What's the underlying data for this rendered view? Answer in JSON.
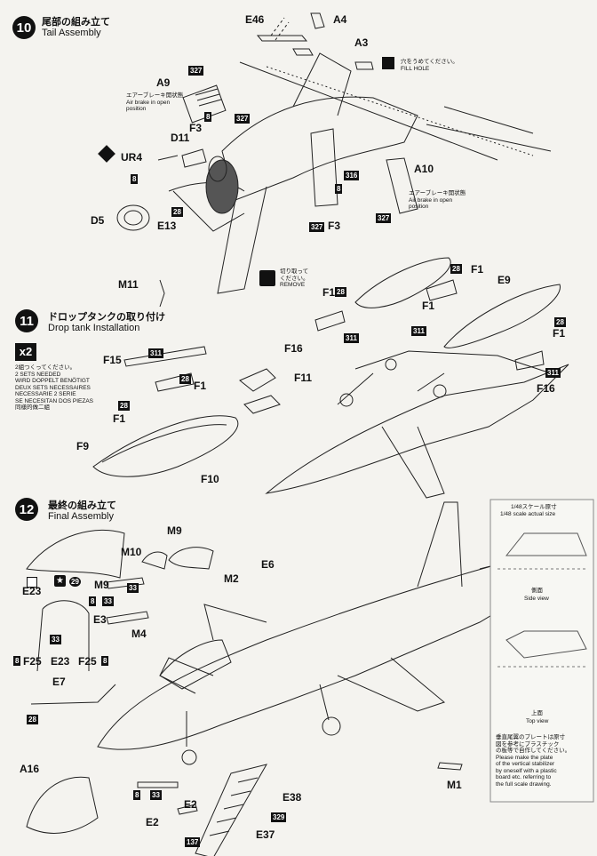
{
  "steps": [
    {
      "number": "10",
      "title_jp": "尾部の組み立て",
      "title_en": "Tail Assembly"
    },
    {
      "number": "11",
      "title_jp": "ドロップタンクの取り付け",
      "title_en": "Drop tank  Installation"
    },
    {
      "number": "12",
      "title_jp": "最終の組み立て",
      "title_en": "Final Assembly"
    }
  ],
  "step10": {
    "parts": {
      "E46": "E46",
      "A4": "A4",
      "A3": "A3",
      "A9": "A9",
      "F3a": "F3",
      "D11": "D11",
      "UR4": "UR4",
      "A10": "A10",
      "D5": "D5",
      "E13": "E13",
      "F3b": "F3",
      "M11": "M11"
    },
    "paints": {
      "c327a": "327",
      "c327b": "327",
      "c327c": "327",
      "c327d": "327",
      "c8a": "8",
      "c8b": "8",
      "c8c": "8",
      "c28": "28",
      "c316": "316"
    },
    "airbrake_left": {
      "jp": "エアーブレーキ開状態",
      "en1": "Air brake in open",
      "en2": "position"
    },
    "airbrake_right": {
      "jp": "エアーブレーキ開状態",
      "en1": "Air brake in open",
      "en2": "position"
    },
    "fill_hole": {
      "jp": "穴をうめてください。",
      "en": "FILL HOLE"
    },
    "remove": {
      "jp1": "切り取って",
      "jp2": "ください。",
      "en": "REMOVE"
    }
  },
  "step11": {
    "x2": "x2",
    "sets": [
      "2組つくってください。",
      "2 SETS NEEDED",
      "WIRD DOPPELT BENÖTIGT",
      "DEUX SETS NECESSAIRES",
      "NECESSARIE 2 SERIE",
      "SE NECESITAN DOS PIEZAS",
      "同樣的做二組"
    ],
    "parts": {
      "F15": "F15",
      "F1a": "F1",
      "F1b": "F1",
      "F11": "F11",
      "F9": "F9",
      "F10": "F10",
      "F1c": "F1",
      "E9": "E9",
      "F12": "F1",
      "F1d": "F1",
      "F16a": "F16",
      "F1e": "F1",
      "F16b": "F16"
    },
    "paints": {
      "c311a": "311",
      "c28a": "28",
      "c28b": "28",
      "c28c": "28",
      "c28d": "28",
      "c311b": "311",
      "c311c": "311",
      "c311d": "311",
      "c28e": "28"
    }
  },
  "step12": {
    "parts": {
      "M9a": "M9",
      "M10": "M10",
      "M9b": "M9",
      "E6": "E6",
      "M2": "M2",
      "E23a": "E23",
      "E3": "E3",
      "M4": "M4",
      "F25a": "F25",
      "E23b": "E23",
      "F25b": "F25",
      "E7": "E7",
      "A16": "A16",
      "E2a": "E2",
      "E2b": "E2",
      "E38": "E38",
      "E37": "E37",
      "M1": "M1"
    },
    "paints": {
      "c29": "29",
      "c33a": "33",
      "c8a": "8",
      "c33b": "33",
      "c8b": "8",
      "c8c": "8",
      "c28": "28",
      "c8d": "8",
      "c33c": "33",
      "c329": "329",
      "c137": "137"
    },
    "scale": {
      "jp_title": "1/48スケール原寸",
      "en_title": "1/48 scale actual size",
      "side_jp": "側面",
      "side_en": "Side view",
      "top_jp": "上面",
      "top_en": "Top view"
    },
    "note": {
      "jp": [
        "垂直尾翼のプレートは原寸",
        "図を参考にプラスチック",
        "の板等で自作してください。"
      ],
      "en": [
        "Please make the plate",
        "of the vertical stabilizer",
        "by oneself with a plastic",
        "board etc. referring to",
        "the full scale drawing."
      ]
    }
  }
}
